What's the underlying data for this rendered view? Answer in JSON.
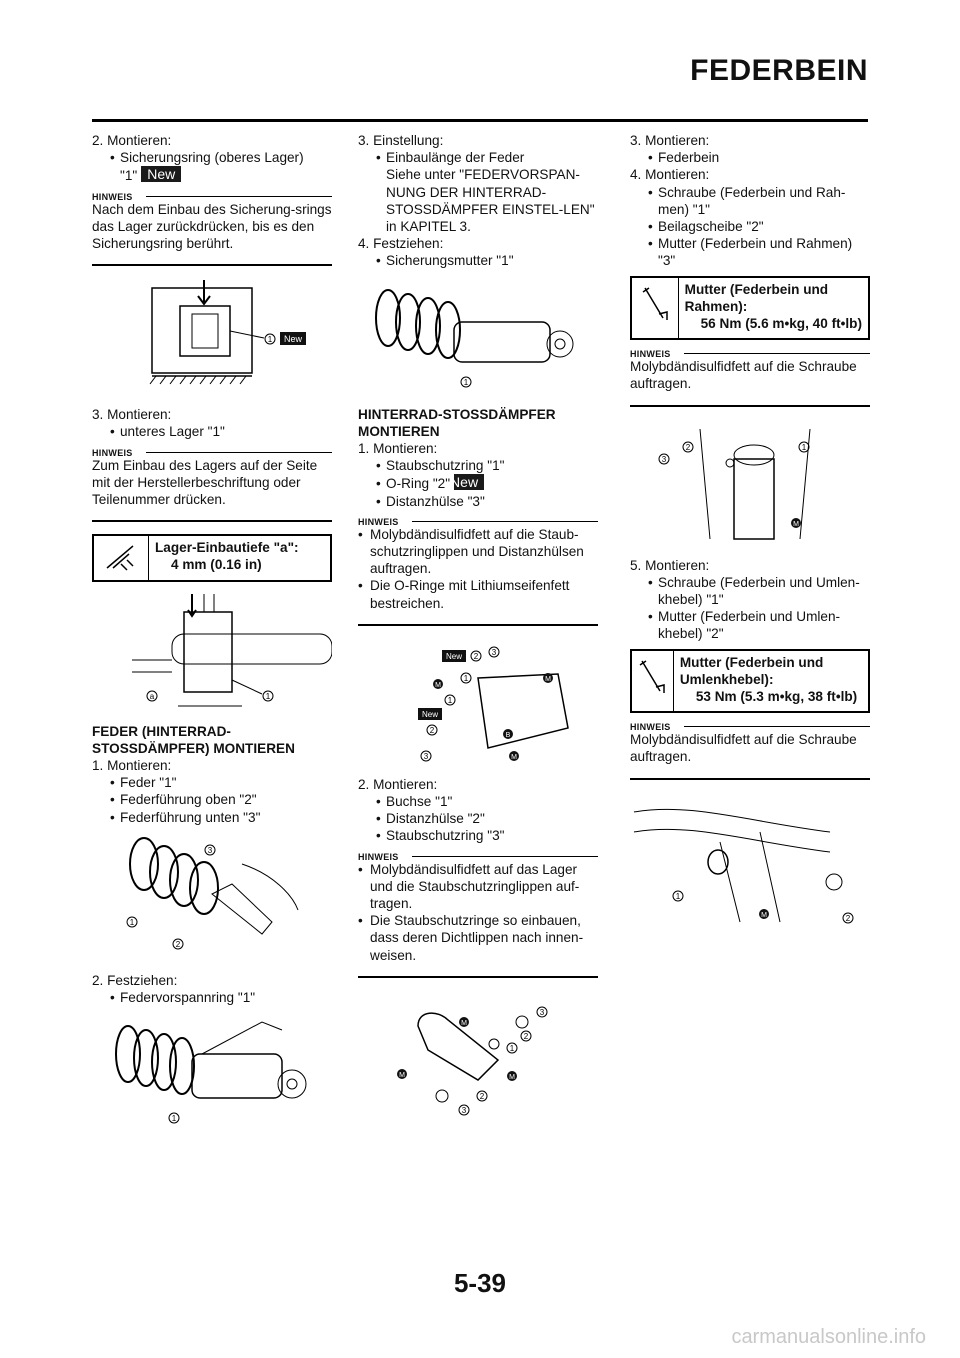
{
  "page": {
    "title": "FEDERBEIN",
    "number": "5-39",
    "watermark": "carmanualsonline.info"
  },
  "new_label": "New",
  "note_label": "HINWEIS",
  "col1": {
    "s1_step": "2. Montieren:",
    "s1_b1": "Sicherungsring (oberes Lager)",
    "s1_b1_cont": "\"1\"",
    "note1": "Nach dem Einbau des Sicherung-srings das Lager zurückdrücken, bis es den Sicherungsring berührt.",
    "s2_step": "3. Montieren:",
    "s2_b1": "unteres Lager \"1\"",
    "note2": "Zum Einbau des Lagers auf der Seite mit der Herstellerbeschriftung oder Teilenummer drücken.",
    "spec_title": "Lager-Einbautiefe \"a\":",
    "spec_value": "4 mm (0.16 in)",
    "heading": "FEDER (HINTERRAD-STOSSDÄMPFER) MONTIEREN",
    "s3_step": "1. Montieren:",
    "s3_b1": "Feder \"1\"",
    "s3_b2": "Federführung oben \"2\"",
    "s3_b3": "Federführung unten \"3\"",
    "s4_step": "2. Festziehen:",
    "s4_b1": "Federvorspannring \"1\""
  },
  "col2": {
    "s1_step": "3. Einstellung:",
    "s1_b1": "Einbaulänge der Feder",
    "s1_b1_cont": "Siehe unter \"FEDERVORSPAN-NUNG DER HINTERRAD-STOSSDÄMPFER EINSTEL-LEN\" in KAPITEL 3.",
    "s2_step": "4. Festziehen:",
    "s2_b1": "Sicherungsmutter \"1\"",
    "heading": "HINTERRAD-STOSSDÄMPFER MONTIEREN",
    "s3_step": "1. Montieren:",
    "s3_b1": "Staubschutzring \"1\"",
    "s3_b2": "O-Ring \"2\"",
    "s3_b3": "Distanzhülse \"3\"",
    "note1_b1": "Molybdändisulfidfett auf die Staub-schutzringlippen und Distanzhülsen auftragen.",
    "note1_b2": "Die O-Ringe mit Lithiumseifenfett bestreichen.",
    "s4_step": "2. Montieren:",
    "s4_b1": "Buchse \"1\"",
    "s4_b2": "Distanzhülse \"2\"",
    "s4_b3": "Staubschutzring \"3\"",
    "note2_b1": "Molybdändisulfidfett auf das Lager und die Staubschutzringlippen auf-tragen.",
    "note2_b2": "Die Staubschutzringe so einbauen, dass deren Dichtlippen nach innen-weisen."
  },
  "col3": {
    "s1_step": "3. Montieren:",
    "s1_b1": "Federbein",
    "s2_step": "4. Montieren:",
    "s2_b1": "Schraube (Federbein und Rah-men) \"1\"",
    "s2_b2": "Beilagscheibe \"2\"",
    "s2_b3": "Mutter (Federbein und Rahmen) \"3\"",
    "spec1_title": "Mutter (Federbein und Rahmen):",
    "spec1_value": "56 Nm (5.6 m•kg, 40 ft•lb)",
    "note1": "Molybdändisulfidfett auf die Schraube auftragen.",
    "s3_step": "5. Montieren:",
    "s3_b1": "Schraube (Federbein und Umlen-khebel) \"1\"",
    "s3_b2": "Mutter (Federbein und Umlen-khebel) \"2\"",
    "spec2_title": "Mutter (Federbein und Umlenkhebel):",
    "spec2_value": "53 Nm (5.3 m•kg, 38 ft•lb)",
    "note2": "Molybdändisulfidfett auf die Schraube auftragen."
  },
  "figure_labels": {
    "n1": "1",
    "n2": "2",
    "n3": "3",
    "a": "a",
    "m": "M",
    "b": "B"
  }
}
